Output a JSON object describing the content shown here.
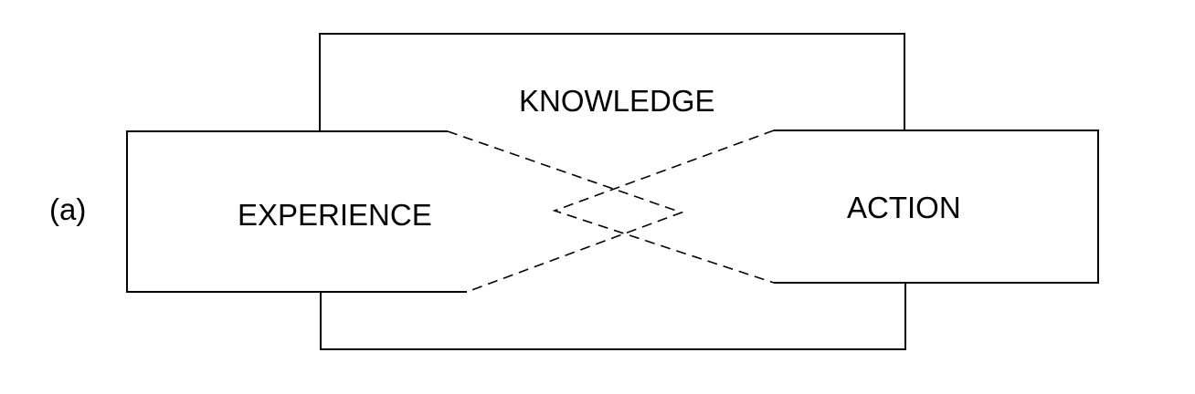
{
  "figure_label": "(a)",
  "nodes": {
    "knowledge": "KNOWLEDGE",
    "experience": "EXPERIENCE",
    "action": "ACTION"
  },
  "colors": {
    "line": "#000000",
    "background": "#ffffff"
  }
}
